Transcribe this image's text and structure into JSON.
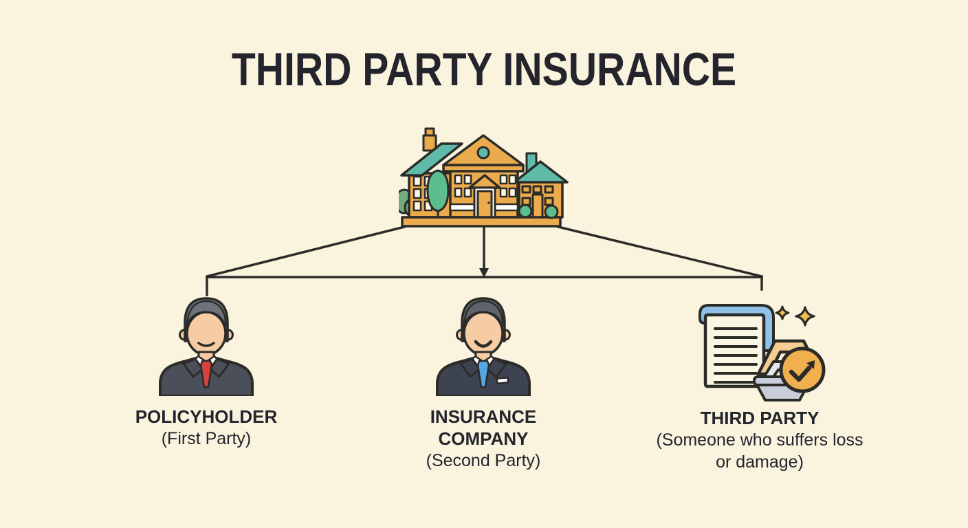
{
  "title": "THIRD PARTY INSURANCE",
  "diagram": {
    "root": {
      "icon": "house-building-icon",
      "description_icon_names": [
        "roof-icon",
        "tree-icon",
        "door-icon",
        "chimney-icon"
      ]
    },
    "parties": [
      {
        "name": "POLICYHOLDER",
        "subtitle": "(First Party)",
        "icon": "businessman-red-tie-icon"
      },
      {
        "name": "INSURANCE COMPANY",
        "subtitle": "(Second Party)",
        "icon": "businessman-blue-tie-icon"
      },
      {
        "name": "THIRD PARTY",
        "subtitle": "(Someone who suffers loss or damage)",
        "icon": "claim-document-judgement-icon"
      }
    ],
    "connector": {
      "style": "arrow-down-and-branches",
      "icon": "arrow-down-icon"
    }
  },
  "colors": {
    "background": "#FAF4DF",
    "text": "#23242C",
    "outline": "#2B2B28",
    "house_wall": "#EBAB4D",
    "roof_teal": "#5FBAAA",
    "window_cream": "#FDF9EA",
    "tree_green": "#5CBD8D",
    "bush_green": "#72AB80",
    "skin": "#F6CCA4",
    "hair_first": "#6F727A",
    "suit_first": "#4B4F59",
    "tie_first": "#D8423C",
    "hair_second": "#5F636D",
    "suit_second": "#3D4351",
    "tie_second": "#54A7E0",
    "paper_cream": "#FBF6E3",
    "paper_blue": "#8FC2E9",
    "weight_gray": "#C7CDD9",
    "weight_gray_light": "#E2E6ED",
    "handle_amber": "#F5CD92",
    "coin_amber": "#F1B04E",
    "sparkle_amber": "#EFBE55"
  }
}
